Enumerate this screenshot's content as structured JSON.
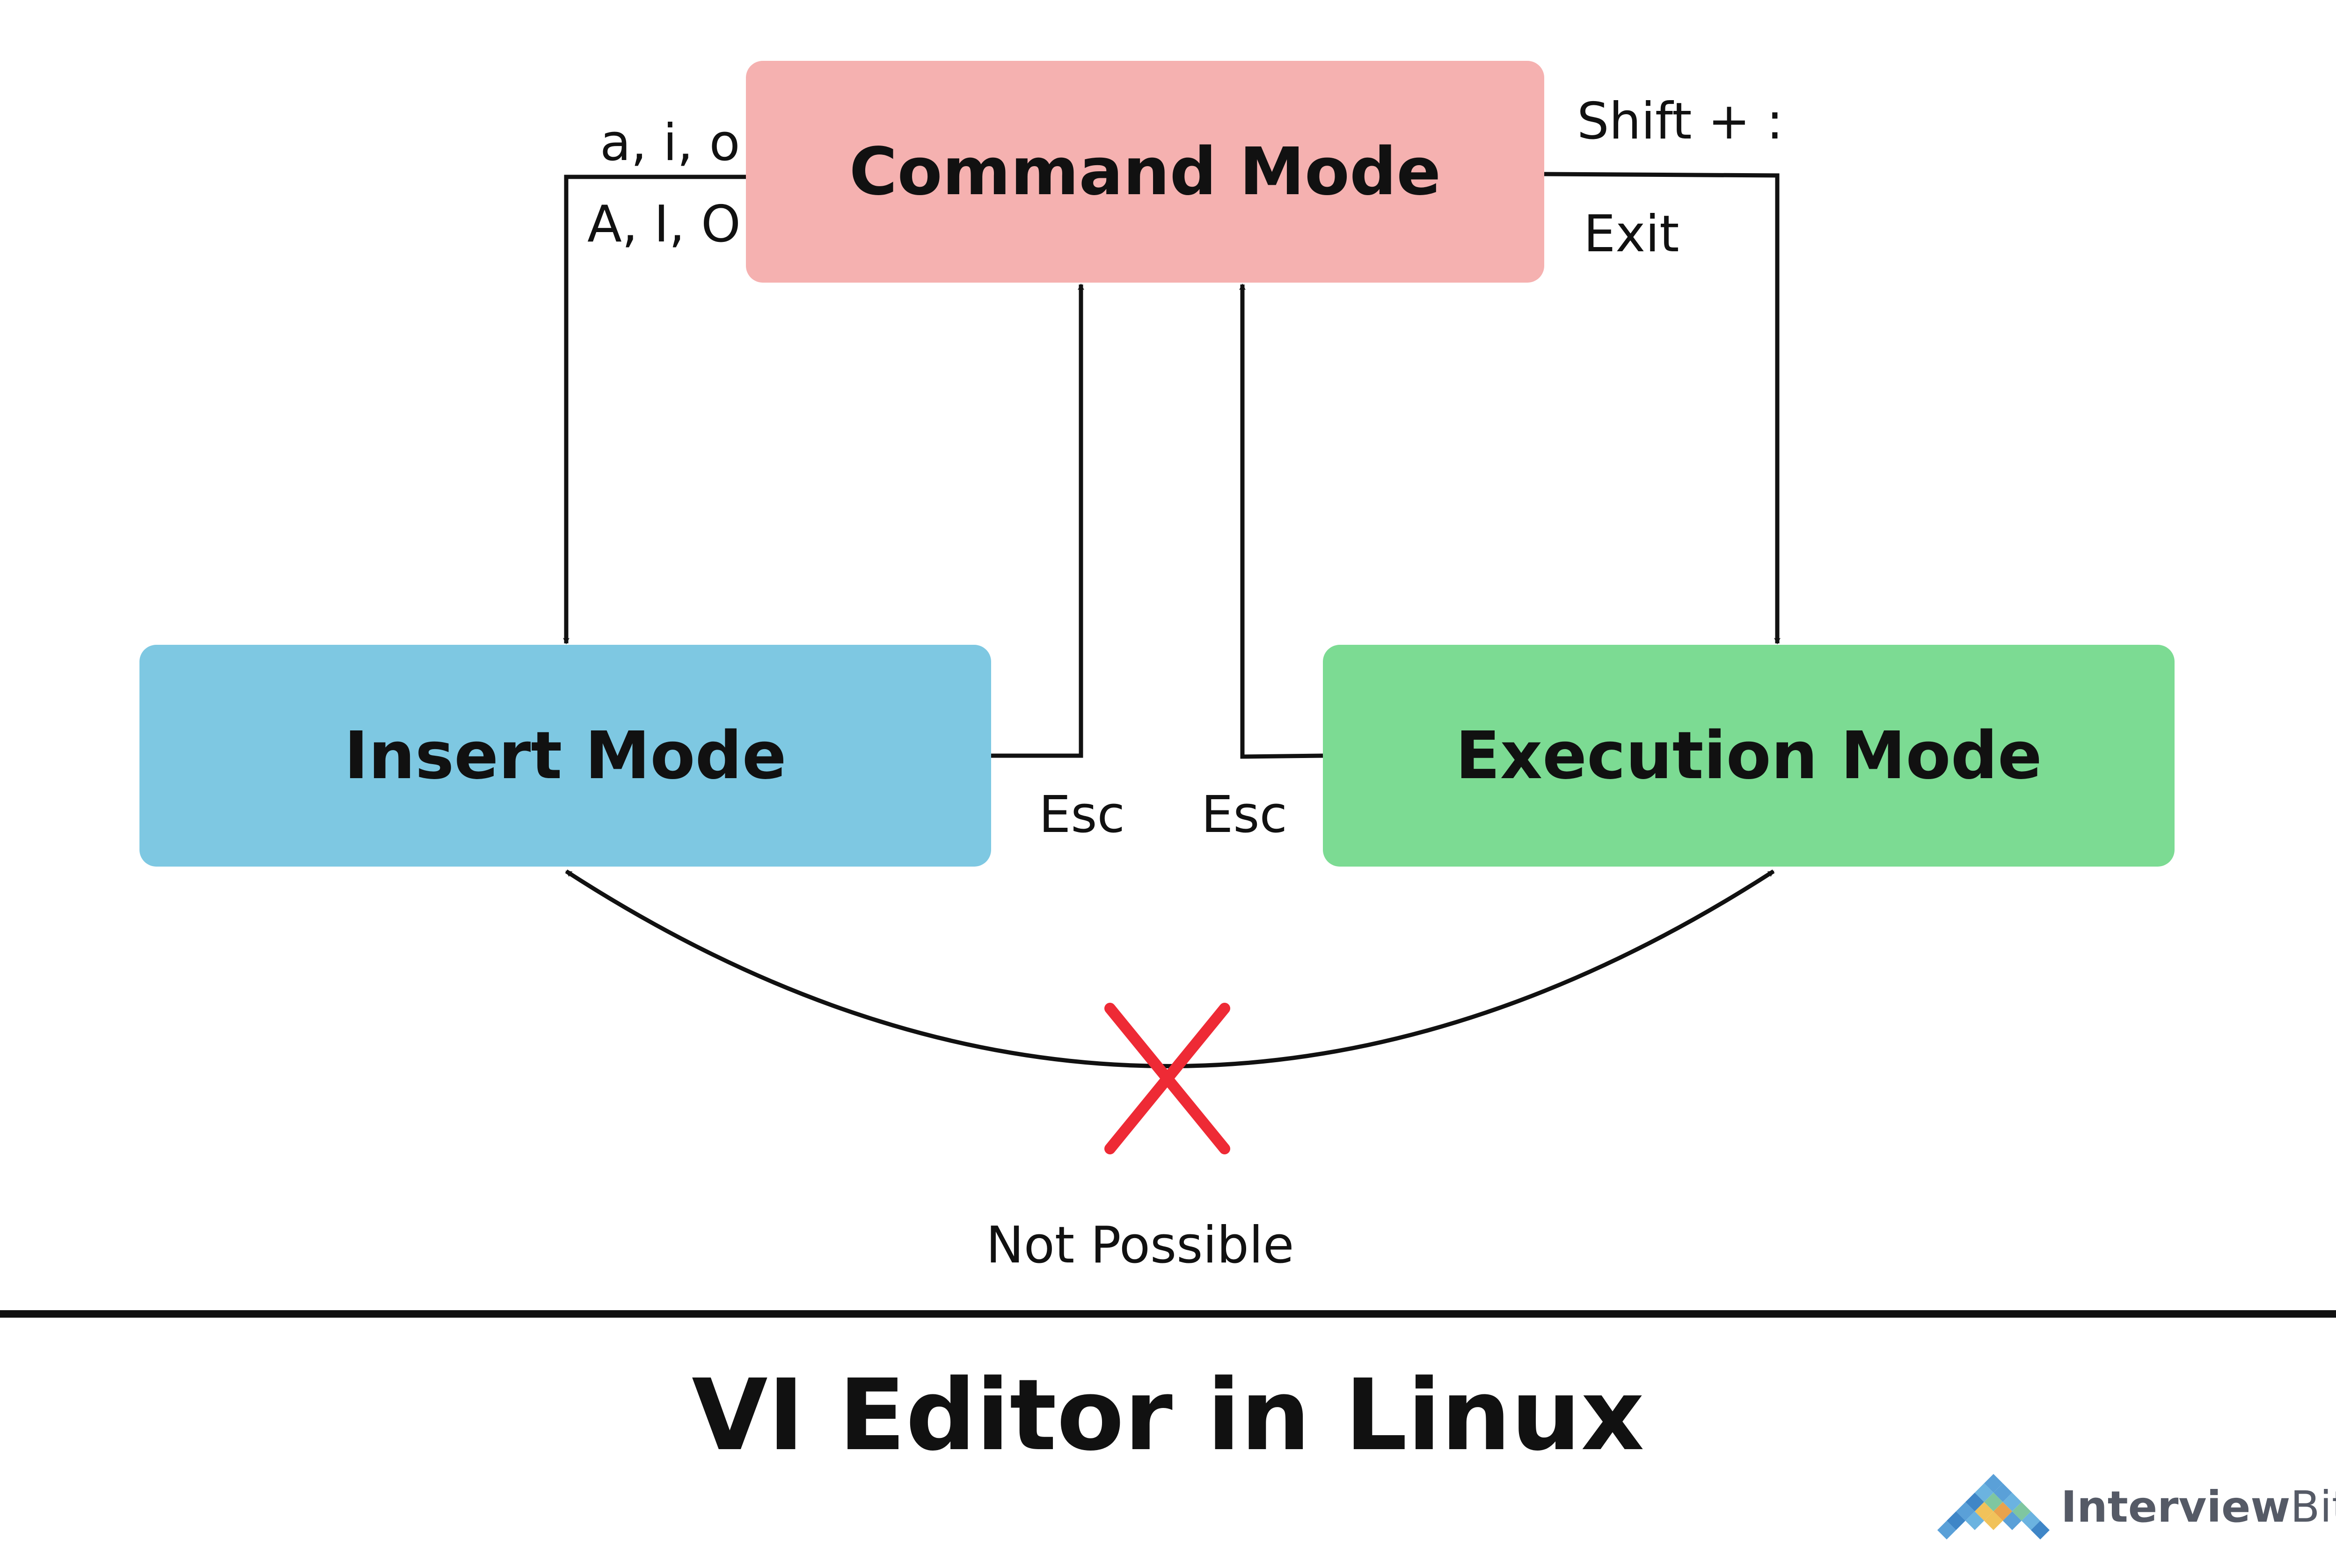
{
  "nodes": {
    "command": {
      "label": "Command Mode",
      "color": "#f5b1b0"
    },
    "insert": {
      "label": "Insert Mode",
      "color": "#7ec8e2"
    },
    "execution": {
      "label": "Execution Mode",
      "color": "#7cdb93"
    }
  },
  "edges": {
    "cmd_to_insert_top": "a, i, o",
    "cmd_to_insert_bottom": "A, I, O",
    "cmd_to_exec_top": "Shift + :",
    "cmd_to_exec_bottom": "Exit",
    "insert_to_cmd": "Esc",
    "exec_to_cmd": "Esc",
    "insert_exec": "Not Possible"
  },
  "colors": {
    "line": "#111111",
    "cross": "#ee2a35"
  },
  "title": "VI Editor in Linux",
  "brand": {
    "name_bold": "Interview",
    "name_light": "Bit"
  }
}
